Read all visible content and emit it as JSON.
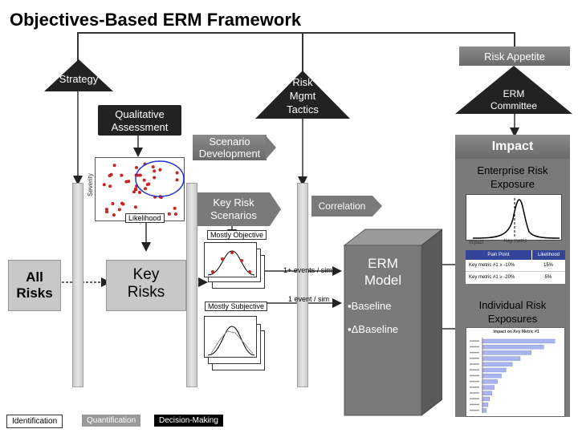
{
  "title": "Objectives-Based ERM Framework",
  "risk_appetite": "Risk Appetite",
  "strategy": "Strategy",
  "risk_mgmt_tactics": "Risk\nMgmt\nTactics",
  "erm_committee": "ERM\nCommittee",
  "qualitative_assessment": "Qualitative\nAssessment",
  "scenario_development": "Scenario\nDevelopment",
  "impact": "Impact",
  "enterprise_risk_exposure": "Enterprise Risk\nExposure",
  "severity": "Severity",
  "likelihood": "Likelihood",
  "key_risk_scenarios": "Key Risk\nScenarios",
  "correlation": "Correlation",
  "mostly_objective": "Mostly Objective",
  "mostly_subjective": "Mostly Subjective",
  "all_risks": "All\nRisks",
  "key_risks": "Key\nRisks",
  "events_sim_many": "1+ events / sim",
  "events_sim_one": "1 event / sim",
  "erm_model": "ERM\nModel",
  "baseline": "▪Baseline",
  "delta_baseline": "▪ΔBaseline",
  "individual_risk_exposures": "Individual Risk\nExposures",
  "pain_point": "Pain Point",
  "likelihood_col": "Likelihood",
  "key_metric_1": "Key metric #1 ≥ -10%",
  "key_metric_1_val": "15%",
  "key_metric_2": "Key metric #1 ≥ -20%",
  "key_metric_2_val": "5%",
  "small_chart_title": "Impact on Key Metric #1",
  "distribution_axis_label": "Impact",
  "distribution_x_label": "Key metric",
  "legend": {
    "identification": "Identification",
    "quantification": "Quantification",
    "decision_making": "Decision-Making"
  },
  "colors": {
    "banner": "#7a7a7a",
    "dots": "#cc2222",
    "ellipse": "#2233cc",
    "quantification": "#999999",
    "decision": "#000000"
  },
  "bar_chart": {
    "type": "bar",
    "values": [
      0.92,
      0.78,
      0.62,
      0.48,
      0.38,
      0.3,
      0.24,
      0.19,
      0.15,
      0.12,
      0.09,
      0.07,
      0.05
    ]
  }
}
